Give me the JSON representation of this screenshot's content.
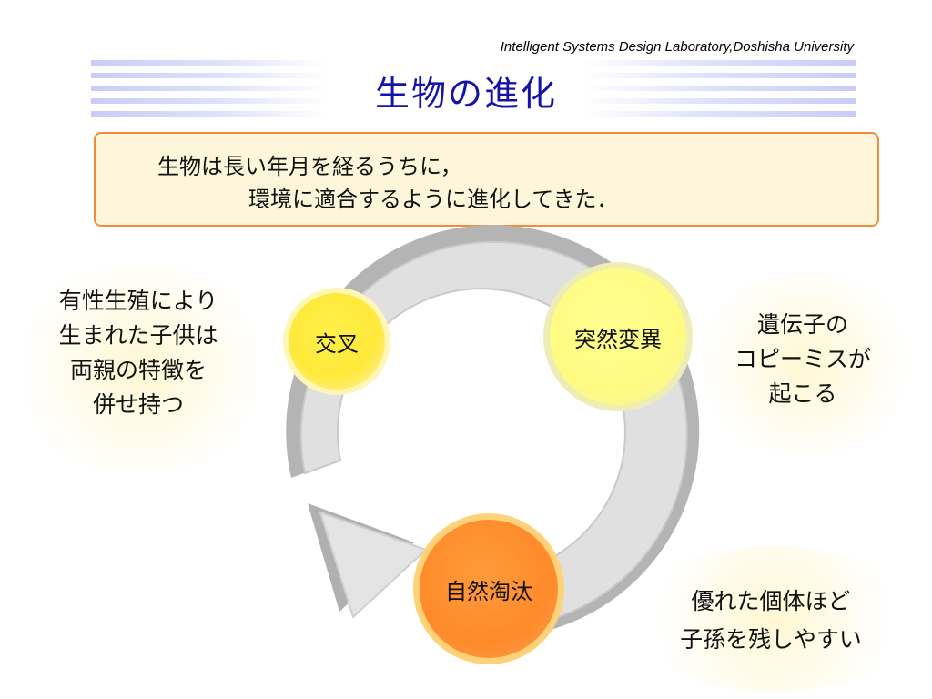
{
  "header": {
    "lab": "Intelligent Systems Design Laboratory,Doshisha University",
    "title": "生物の進化"
  },
  "summary": {
    "line1": "生物は長い年月を経るうちに，",
    "line2": "環境に適合するように進化してきた．"
  },
  "cycle": {
    "crossover": "交叉",
    "mutation": "突然変異",
    "selection": "自然淘汰"
  },
  "notes": {
    "crossover": [
      "有性生殖により",
      "生まれた子供は",
      "両親の特徴を",
      "併せ持つ"
    ],
    "mutation": [
      "遺伝子の",
      "コピーミスが",
      "起こる"
    ],
    "selection": [
      "優れた個体ほど",
      "子孫を残しやすい"
    ]
  },
  "colors": {
    "title": "#1414a8",
    "box_border": "#f08c3c",
    "box_fill": "#fdf6da",
    "crossover": "#ffe93a",
    "mutation": "#fffb82",
    "selection": "#ff8a2a",
    "ring": "#d9d9d9"
  }
}
